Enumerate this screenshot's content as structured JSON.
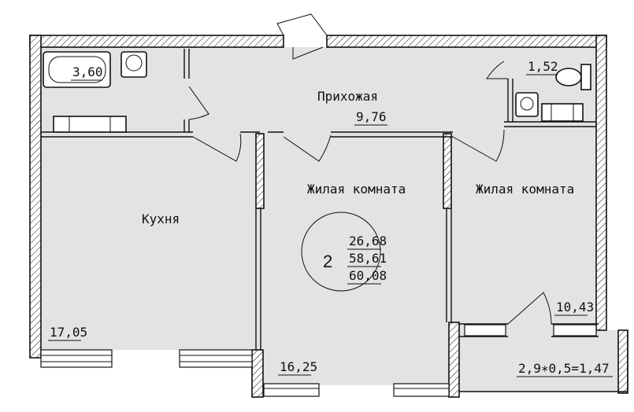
{
  "rooms": {
    "hallway": {
      "name": "Прихожая",
      "area": "9,76"
    },
    "bathroom": {
      "area": "3,60"
    },
    "toilet": {
      "area": "1,52"
    },
    "kitchen": {
      "name": "Кухня",
      "area": "17,05"
    },
    "living_room_1": {
      "name": "Жилая комната",
      "area": "16,25"
    },
    "living_room_2": {
      "name": "Жилая комната",
      "area": "10,43"
    },
    "balcony": {
      "area": "2,9∗0,5=1,47"
    }
  },
  "summary": {
    "rooms_count": "2",
    "living_area": "26,68",
    "total_area": "58,61",
    "total_with_balcony": "60,08"
  }
}
